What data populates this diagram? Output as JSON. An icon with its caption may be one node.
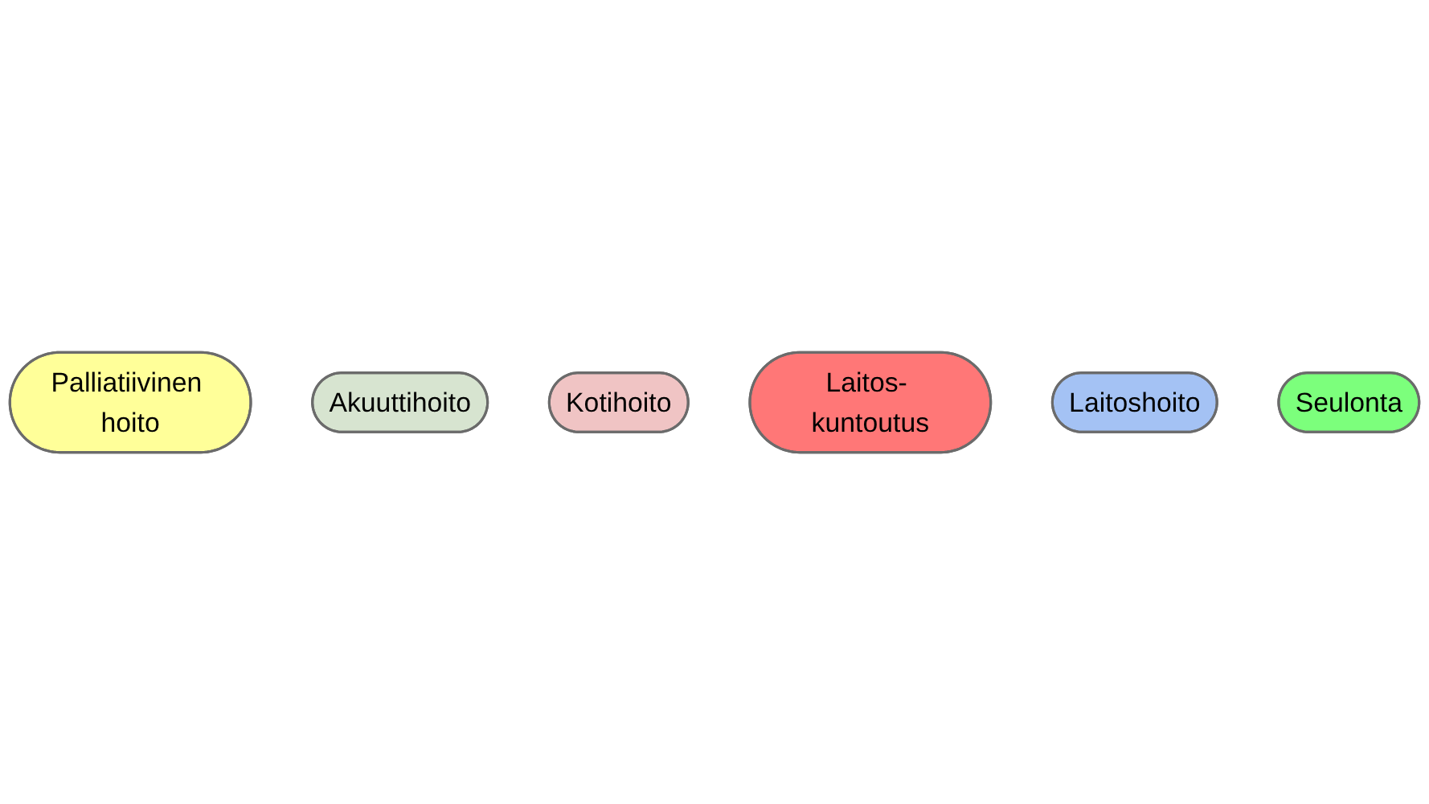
{
  "diagram": {
    "nodes": [
      {
        "text": [
          "Palliatiivinen hoito"
        ]
      },
      {
        "text": [
          "Akuuttihoito"
        ]
      },
      {
        "text": [
          "Kotihoito"
        ]
      },
      {
        "text": [
          "Laitos- kuntoutus"
        ]
      },
      {
        "text": [
          "Laitoshoito"
        ]
      },
      {
        "text": [
          "Seulonta"
        ]
      }
    ]
  }
}
